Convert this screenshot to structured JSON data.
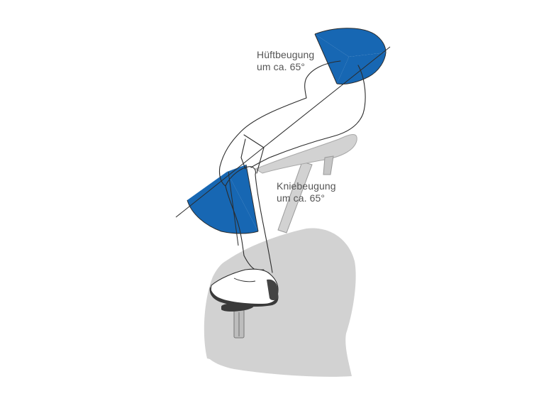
{
  "annotations": {
    "hip": {
      "line1": "Hüftbeugung",
      "line2": "um ca. 65°",
      "angle_deg": 65
    },
    "knee": {
      "line1": "Kniebeugung",
      "line2": "um ca. 65°",
      "angle_deg": 65
    }
  },
  "colors": {
    "angle_fill": "#1767b3",
    "chair": "#d2d2d2",
    "chair_dark": "#bdbdbd",
    "outline": "#2b2b2b",
    "shoe_sole": "#3a3a3a",
    "label_text": "#555555"
  }
}
